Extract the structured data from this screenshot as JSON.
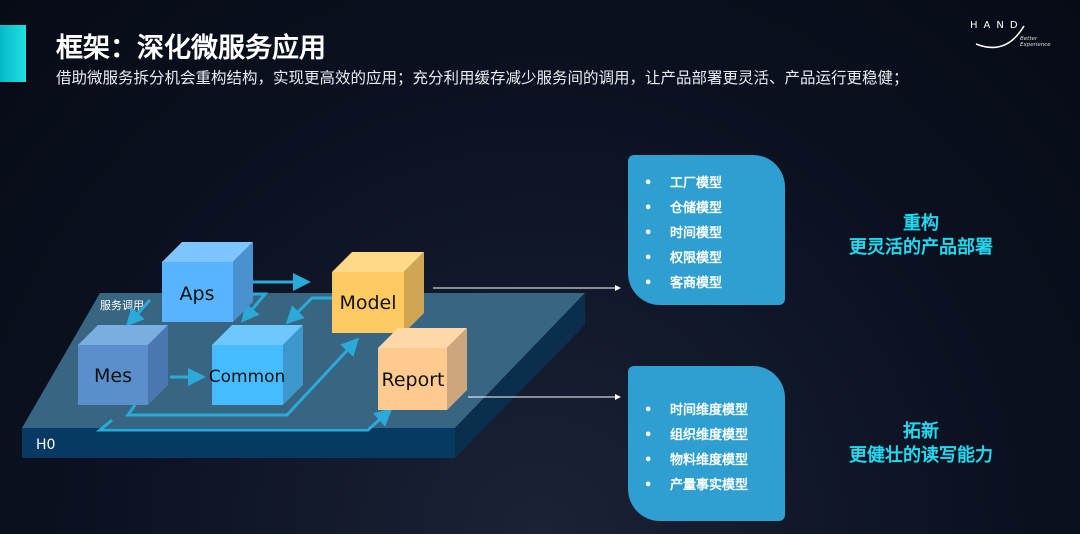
{
  "header": {
    "title": "框架：深化微服务应用",
    "subtitle": "借助微服务拆分机会重构结构，实现更高效的应用；充分利用缓存减少服务间的调用，让产品部署更灵活、产品运行更稳健；"
  },
  "logo": {
    "text": "HAND",
    "tagline": "Better Experience"
  },
  "diagram": {
    "platform_label": "H0",
    "call_label": "服务调用",
    "services": {
      "aps": "Aps",
      "model": "Model",
      "mes": "Mes",
      "common": "Common",
      "report": "Report"
    }
  },
  "panels": [
    {
      "items": [
        "工厂模型",
        "仓储模型",
        "时间模型",
        "权限模型",
        "客商模型"
      ],
      "caption": [
        "重构",
        "更灵活的产品部署"
      ]
    },
    {
      "items": [
        "时间维度模型",
        "组织维度模型",
        "物料维度模型",
        "产量事实模型"
      ],
      "caption": [
        "拓新",
        "更健壮的读写能力"
      ]
    }
  ],
  "colors": {
    "accent": "#1fd4f0",
    "panel": "#2e9fd0",
    "arrow": "#2ba9d9"
  }
}
